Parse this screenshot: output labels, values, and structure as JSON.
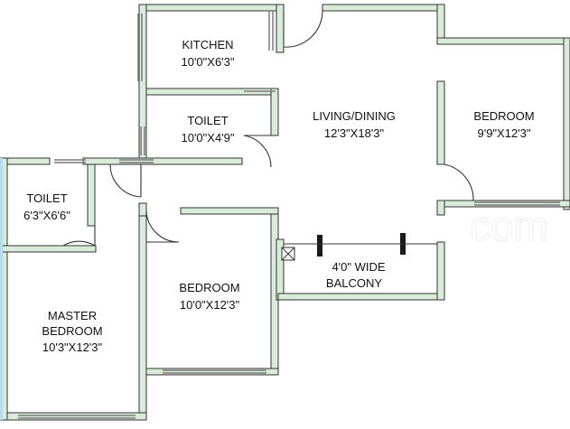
{
  "colors": {
    "wall_fill": "#d9ecd9",
    "wall_edge": "#333333",
    "window_color": "#7a7a7a",
    "door_arc": "#333333",
    "column": "#1a1a1a",
    "window_strip": "#b8dcea"
  },
  "watermark": "com",
  "rooms": {
    "kitchen": {
      "name": "KITCHEN",
      "size": "10'0\"X6'3\""
    },
    "toilet_center": {
      "name": "TOILET",
      "size": "10'0\"X4'9\""
    },
    "living": {
      "name": "LIVING/DINING",
      "size": "12'3\"X18'3\""
    },
    "bedroom_right": {
      "name": "BEDROOM",
      "size": "9'9\"X12'3\""
    },
    "toilet_left": {
      "name": "TOILET",
      "size": "6'3\"X6'6\""
    },
    "balcony": {
      "name": "4'0\" WIDE",
      "size": "BALCONY"
    },
    "bedroom_center": {
      "name": "BEDROOM",
      "size": "10'0\"X12'3\""
    },
    "master": {
      "name": "MASTER",
      "line2": "BEDROOM",
      "size": "10'3\"X12'3\""
    }
  }
}
